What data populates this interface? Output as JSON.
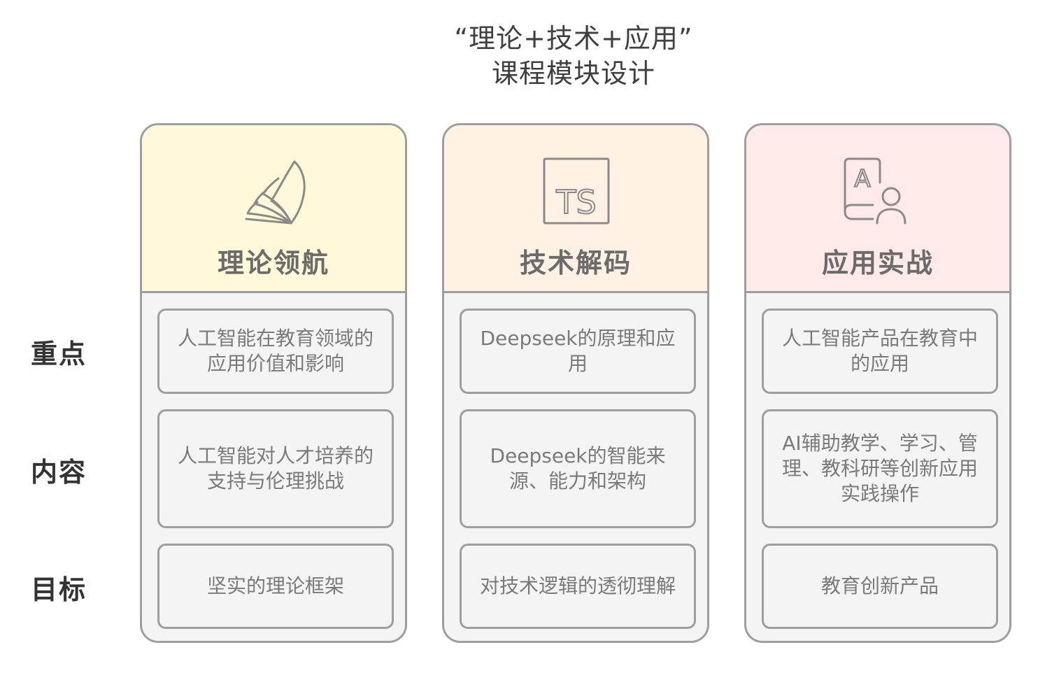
{
  "title": {
    "line1": "“理论+技术+应用”",
    "line2": "课程模块设计"
  },
  "row_labels": [
    "重点",
    "内容",
    "目标"
  ],
  "columns": [
    {
      "title": "理论领航",
      "icon": "open-book-icon",
      "header_color": "#fff9d9",
      "cells": [
        "人工智能在教育领域的应用价值和影响",
        "人工智能对人才培养的支持与伦理挑战",
        "坚实的理论框架"
      ]
    },
    {
      "title": "技术解码",
      "icon": "typescript-icon",
      "icon_text": "TS",
      "header_color": "#fff1e4",
      "cells": [
        "Deepseek的原理和应用",
        "Deepseek的智能来源、能力和架构",
        "对技术逻辑的透彻理解"
      ]
    },
    {
      "title": "应用实战",
      "icon": "learner-book-icon",
      "icon_text": "A",
      "header_color": "#ffe9e9",
      "cells": [
        "人工智能产品在教育中的应用",
        "AI辅助教学、学习、管理、教科研等创新应用实践操作",
        "教育创新产品"
      ]
    }
  ],
  "colors": {
    "border": "#9e9e9e",
    "cell_background": "#f4f4f4"
  }
}
